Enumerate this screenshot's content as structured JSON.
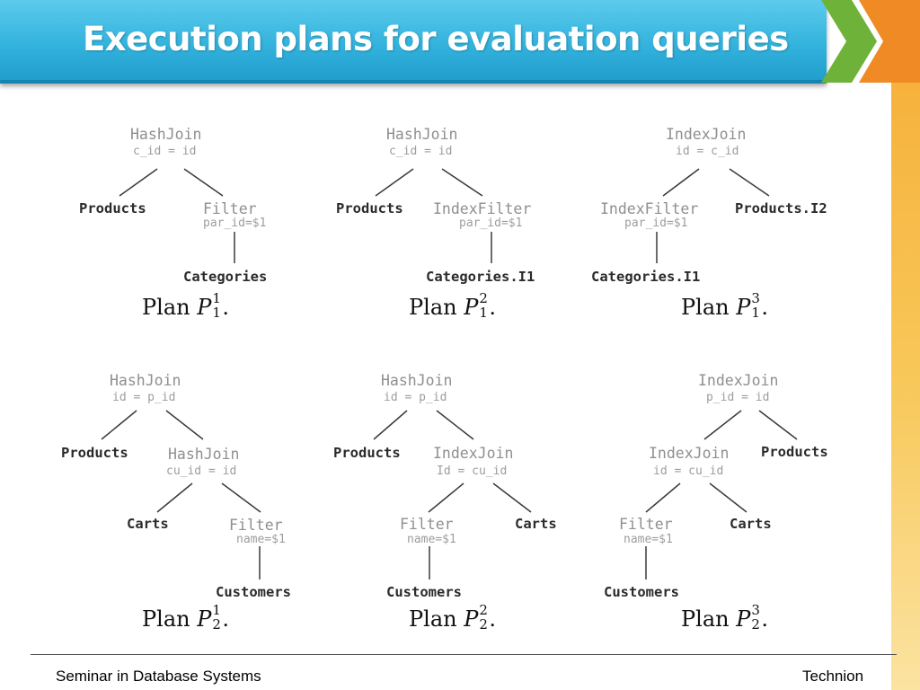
{
  "slide": {
    "title": "Execution plans for evaluation queries"
  },
  "colors": {
    "title_banner": "#32b2dd",
    "chevron_green": "#6fb23a",
    "chevron_orange": "#f08a24",
    "side_stripe": "#f6b23c"
  },
  "plans": {
    "p1_1": {
      "root_op": "HashJoin",
      "root_cond": "c_id = id",
      "left": "Products",
      "right_op": "Filter",
      "right_cond": "par_id=$1",
      "leaf": "Categories",
      "caption": {
        "word": "Plan",
        "symbol": "P",
        "sup": "1",
        "sub": "1",
        "trail": "."
      }
    },
    "p1_2": {
      "root_op": "HashJoin",
      "root_cond": "c_id = id",
      "left": "Products",
      "right_op": "IndexFilter",
      "right_cond": "par_id=$1",
      "leaf": "Categories.I1",
      "caption": {
        "word": "Plan",
        "symbol": "P",
        "sup": "2",
        "sub": "1",
        "trail": "."
      }
    },
    "p1_3": {
      "root_op": "IndexJoin",
      "root_cond": "id = c_id",
      "left_op": "IndexFilter",
      "left_cond": "par_id=$1",
      "right": "Products.I2",
      "leaf": "Categories.I1",
      "caption": {
        "word": "Plan",
        "symbol": "P",
        "sup": "3",
        "sub": "1",
        "trail": "."
      }
    },
    "p2_1": {
      "root_op": "HashJoin",
      "root_cond": "id = p_id",
      "left": "Products",
      "mid_op": "HashJoin",
      "mid_cond": "cu_id = id",
      "mid_left": "Carts",
      "filter_op": "Filter",
      "filter_cond": "name=$1",
      "leaf": "Customers",
      "caption": {
        "word": "Plan",
        "symbol": "P",
        "sup": "1",
        "sub": "2",
        "trail": "."
      }
    },
    "p2_2": {
      "root_op": "HashJoin",
      "root_cond": "id = p_id",
      "left": "Products",
      "mid_op": "IndexJoin",
      "mid_cond": "Id = cu_id",
      "filter_op": "Filter",
      "filter_cond": "name=$1",
      "mid_right": "Carts",
      "leaf": "Customers",
      "caption": {
        "word": "Plan",
        "symbol": "P",
        "sup": "2",
        "sub": "2",
        "trail": "."
      }
    },
    "p2_3": {
      "root_op": "IndexJoin",
      "root_cond": "p_id = id",
      "mid_op": "IndexJoin",
      "mid_cond": "id = cu_id",
      "right": "Products",
      "filter_op": "Filter",
      "filter_cond": "name=$1",
      "mid_right": "Carts",
      "leaf": "Customers",
      "caption": {
        "word": "Plan",
        "symbol": "P",
        "sup": "3",
        "sub": "2",
        "trail": "."
      }
    }
  },
  "footer": {
    "left": "Seminar in Database Systems",
    "right": "Technion"
  }
}
